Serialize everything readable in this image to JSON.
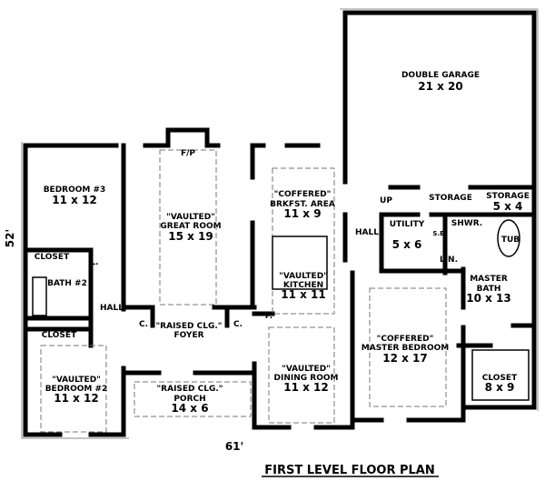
{
  "title": "FIRST LEVEL FLOOR PLAN",
  "dimensions": {
    "width": "61'",
    "depth": "52'"
  },
  "rooms": {
    "garage": {
      "name": "DOUBLE GARAGE",
      "size": "21 x 20"
    },
    "bedroom3": {
      "name": "BEDROOM #3",
      "size": "11 x 12"
    },
    "fireplace": {
      "name": "F/P"
    },
    "great_room": {
      "line1": "\"VAULTED\"",
      "line2": "GREAT ROOM",
      "size": "15 x 19"
    },
    "breakfast": {
      "line1": "\"COFFERED\"",
      "line2": "BRKFST. AREA",
      "size": "11 x 9"
    },
    "up": {
      "name": "UP"
    },
    "storage1": {
      "name": "STORAGE"
    },
    "storage2": {
      "name": "STORAGE",
      "size": "5 x 4"
    },
    "hall_right": {
      "name": "HALL"
    },
    "utility": {
      "name": "UTILITY",
      "size": "5 x 6"
    },
    "se": {
      "name": "S.E."
    },
    "shower": {
      "name": "SHWR."
    },
    "tub": {
      "name": "TUB"
    },
    "linen": {
      "name": "LIN."
    },
    "closet_b3": {
      "name": "CLOSET"
    },
    "laundry": {
      "name": "L."
    },
    "bath2": {
      "name": "BATH #2"
    },
    "hall_left": {
      "name": "HALL"
    },
    "kitchen": {
      "line1": "\"VAULTED\"",
      "line2": "KITCHEN",
      "size": "11 x 11"
    },
    "master_bath": {
      "line1": "MASTER",
      "line2": "BATH",
      "size": "10 x 13"
    },
    "coat1": {
      "name": "C."
    },
    "coat2": {
      "name": "C."
    },
    "pantry": {
      "name": "P."
    },
    "foyer": {
      "line1": "\"RAISED CLG.\"",
      "line2": "FOYER"
    },
    "closet_b2": {
      "name": "CLOSET"
    },
    "master_bedroom": {
      "line1": "\"COFFERED\"",
      "line2": "MASTER BEDROOM",
      "size": "12 x 17"
    },
    "bedroom2": {
      "line1": "\"VAULTED\"",
      "line2": "BEDROOM #2",
      "size": "11 x 12"
    },
    "porch": {
      "line1": "\"RAISED CLG.\"",
      "line2": "PORCH",
      "size": "14 x 6"
    },
    "dining": {
      "line1": "\"VAULTED\"",
      "line2": "DINING ROOM",
      "size": "11 x 12"
    },
    "master_closet": {
      "name": "CLOSET",
      "size": "8 x 9"
    }
  }
}
